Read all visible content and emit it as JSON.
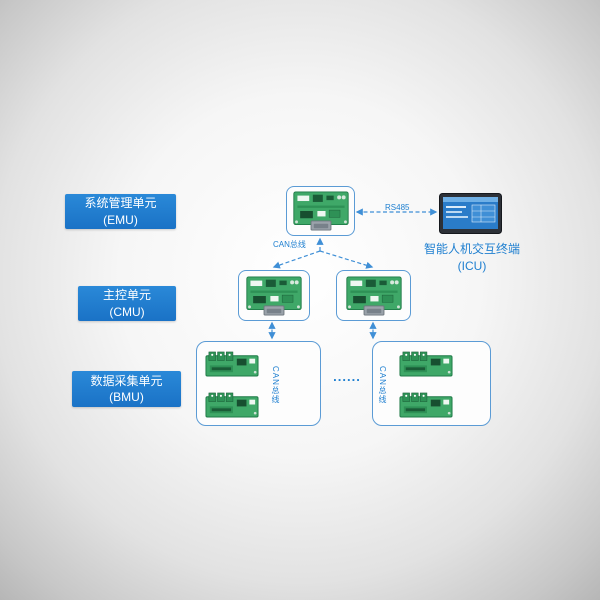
{
  "labels": {
    "emu": {
      "title": "系统管理单元",
      "abbr": "(EMU)"
    },
    "cmu": {
      "title": "主控单元",
      "abbr": "(CMU)"
    },
    "bmu": {
      "title": "数据采集单元",
      "abbr": "(BMU)"
    },
    "icu": {
      "title": "智能人机交互终端",
      "abbr": "(ICU)"
    }
  },
  "connections": {
    "rs485_label": "RS485",
    "can_top_label": "CAN总线",
    "can_left_label": "CAN总线",
    "can_right_label": "CAN总线",
    "ellipsis": "......"
  },
  "colors": {
    "label_background": "#1a72c6",
    "box_border": "#5b9bd5",
    "wire_blue": "#3f8fd6",
    "annotation_text": "#1e7fd0",
    "pcb_green": "#3fa868",
    "hmi_screen": "#2a7cc9"
  }
}
